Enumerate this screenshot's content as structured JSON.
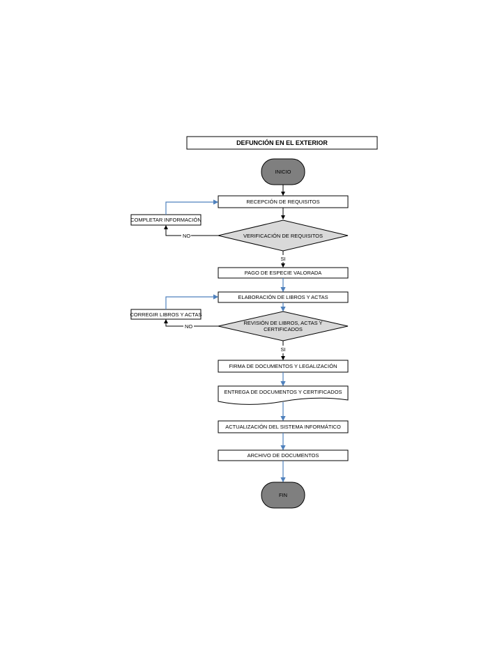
{
  "title": "DEFUNCIÓN EN EL EXTERIOR",
  "colors": {
    "terminal": "#7f7f7f",
    "decision": "#d9d9d9",
    "flow_blue": "#4f81bd",
    "flow_black": "#000000"
  },
  "nodes": {
    "inicio": "INICIO",
    "recepcion": "RECEPCIÓN DE REQUISITOS",
    "completar": "COMPLETAR INFORMACIÓN",
    "verificacion": "VERIFICACIÓN DE REQUISITOS",
    "pago": "PAGO DE ESPECIE VALORADA",
    "elaboracion": "ELABORACIÓN DE LIBROS Y ACTAS",
    "corregir": "CORREGIR LIBROS Y ACTAS",
    "revision_line1": "REVISIÓN DE LIBROS, ACTAS Y",
    "revision_line2": "CERTIFICADOS",
    "firma": "FIRMA DE DOCUMENTOS Y LEGALIZACIÓN",
    "entrega": "ENTREGA DE DOCUMENTOS Y CERTIFICADOS",
    "actualizacion": "ACTUALIZACIÓN DEL SISTEMA INFORMÁTICO",
    "archivo": "ARCHIVO DE DOCUMENTOS",
    "fin": "FIN"
  },
  "edge_labels": {
    "no_1": "NO",
    "si_1": "SI",
    "no_2": "NO",
    "si_2": "SI"
  }
}
